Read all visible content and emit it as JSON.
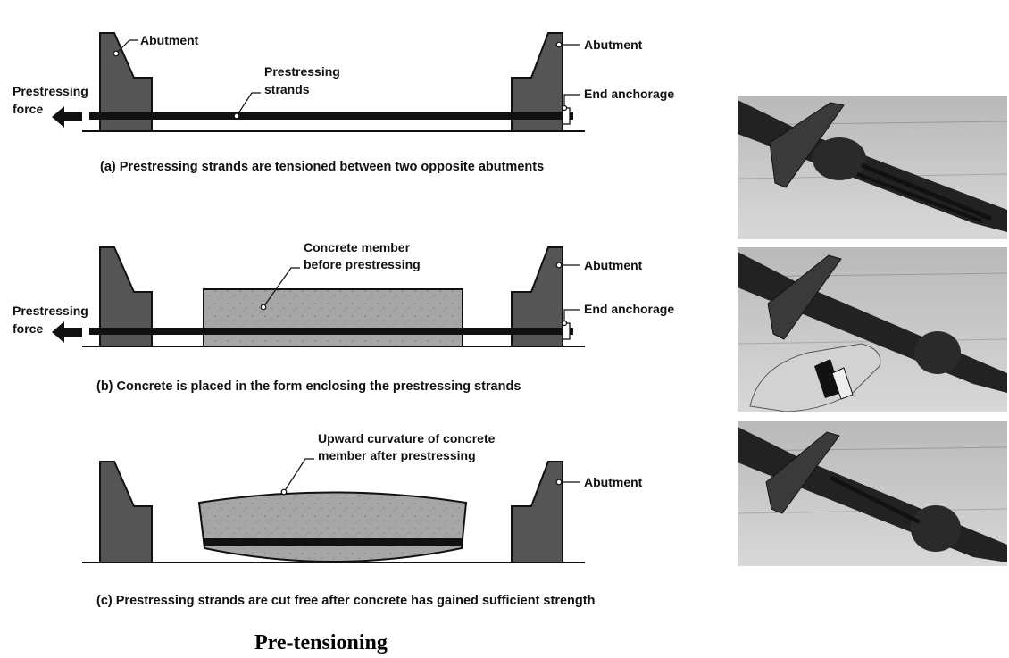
{
  "panel_a": {
    "abutment_left": "Abutment",
    "abutment_right": "Abutment",
    "strands_line1": "Prestressing",
    "strands_line2": "strands",
    "anchorage": "End anchorage",
    "force_line1": "Prestressing",
    "force_line2": "force",
    "caption": "(a) Prestressing strands are tensioned between two opposite abutments"
  },
  "panel_b": {
    "member_line1": "Concrete member",
    "member_line2": "before prestressing",
    "abutment_right": "Abutment",
    "anchorage": "End anchorage",
    "force_line1": "Prestressing",
    "force_line2": "force",
    "caption": "(b) Concrete is placed in the form enclosing the prestressing strands"
  },
  "panel_c": {
    "curvature_line1": "Upward curvature of concrete",
    "curvature_line2": "member after prestressing",
    "abutment_right": "Abutment",
    "caption": "(c) Prestressing strands are cut free after concrete has gained sufficient strength"
  },
  "title": "Pre-tensioning",
  "colors": {
    "abutment": "#555555",
    "concrete": "#a6a6a6",
    "strand": "#111111"
  }
}
